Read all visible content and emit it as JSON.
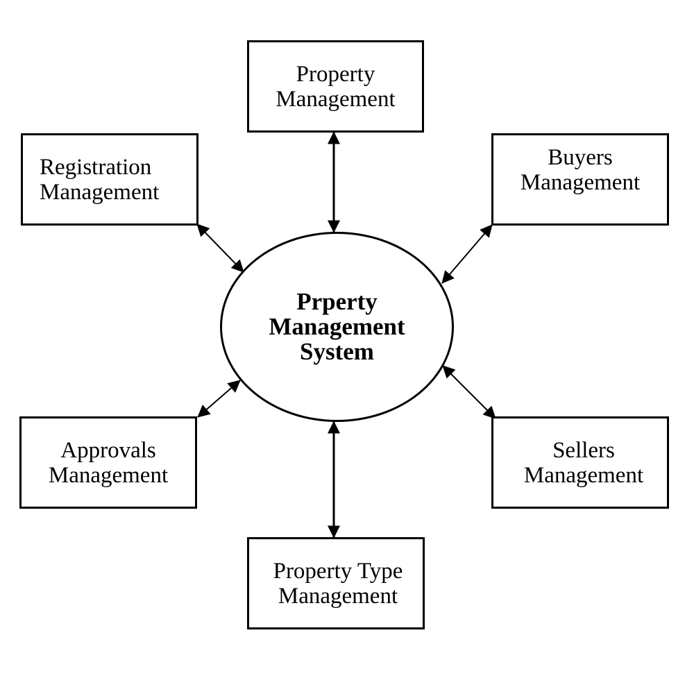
{
  "center": {
    "line1": "Prperty",
    "line2": "Management",
    "line3": "System"
  },
  "modules": {
    "property": {
      "line1": "Property",
      "line2": "Management"
    },
    "registration": {
      "line1": "Registration",
      "line2": "Management"
    },
    "buyers": {
      "line1": "Buyers",
      "line2": "Management"
    },
    "approvals": {
      "line1": "Approvals",
      "line2": "Management"
    },
    "sellers": {
      "line1": "Sellers",
      "line2": "Management"
    },
    "property_type": {
      "line1": "Property Type",
      "line2": "Management"
    }
  },
  "connectors": [
    {
      "from": "property",
      "to": "center",
      "direction": "bidirectional"
    },
    {
      "from": "registration",
      "to": "center",
      "direction": "bidirectional"
    },
    {
      "from": "buyers",
      "to": "center",
      "direction": "bidirectional"
    },
    {
      "from": "approvals",
      "to": "center",
      "direction": "bidirectional"
    },
    {
      "from": "sellers",
      "to": "center",
      "direction": "bidirectional"
    },
    {
      "from": "property_type",
      "to": "center",
      "direction": "bidirectional"
    }
  ],
  "colors": {
    "stroke": "#000000",
    "background": "#ffffff"
  }
}
